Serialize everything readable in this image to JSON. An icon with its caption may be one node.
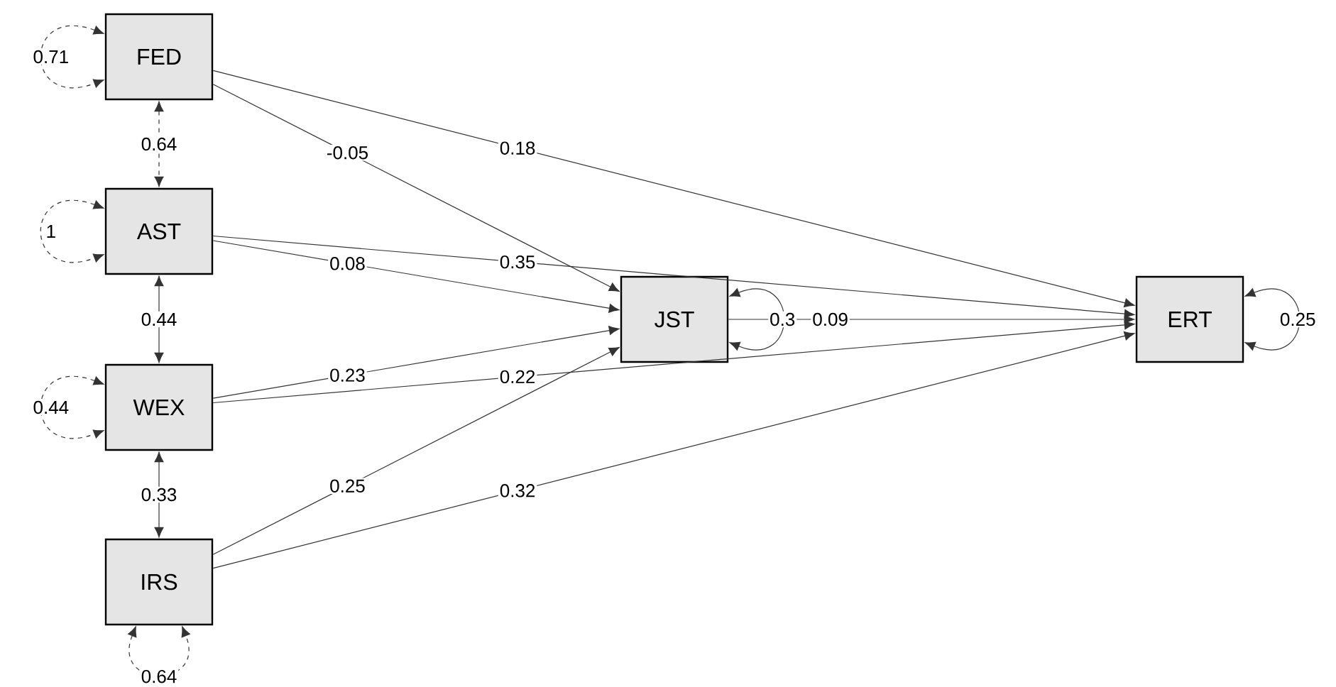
{
  "diagram": {
    "nodes": [
      {
        "text": [
          "FED"
        ]
      },
      {
        "text": [
          "AST"
        ]
      },
      {
        "text": [
          "WEX"
        ]
      },
      {
        "text": [
          "IRS"
        ]
      },
      {
        "text": [
          "JST"
        ]
      },
      {
        "text": [
          "ERT"
        ]
      }
    ],
    "edges": [
      {
        "from": 0,
        "to": 4,
        "arrow": "to",
        "label": "-0.05"
      },
      {
        "from": 0,
        "to": 5,
        "arrow": "to",
        "label": "0.18"
      },
      {
        "from": 1,
        "to": 4,
        "arrow": "to",
        "label": "0.08"
      },
      {
        "from": 1,
        "to": 5,
        "arrow": "to",
        "label": "0.35"
      },
      {
        "from": 2,
        "to": 4,
        "arrow": "to",
        "label": "0.23"
      },
      {
        "from": 2,
        "to": 5,
        "arrow": "to",
        "label": "0.22"
      },
      {
        "from": 3,
        "to": 4,
        "arrow": "to",
        "label": "0.25"
      },
      {
        "from": 3,
        "to": 5,
        "arrow": "to",
        "label": "0.32"
      },
      {
        "from": 4,
        "to": 5,
        "arrow": "to",
        "label": "0.09"
      },
      {
        "from": 0,
        "to": 1,
        "arrow": "both",
        "label": "0.64",
        "style": "dashed"
      },
      {
        "from": 1,
        "to": 2,
        "arrow": "both",
        "label": "0.44"
      },
      {
        "from": 2,
        "to": 3,
        "arrow": "both",
        "label": "0.33"
      },
      {
        "from": 0,
        "to": 0,
        "arrow": "both",
        "label": "0.71",
        "style": "dashed"
      },
      {
        "from": 1,
        "to": 1,
        "arrow": "both",
        "label": "1",
        "style": "dashed"
      },
      {
        "from": 2,
        "to": 2,
        "arrow": "both",
        "label": "0.44",
        "style": "dashed"
      },
      {
        "from": 3,
        "to": 3,
        "arrow": "both",
        "label": "0.64",
        "style": "dashed"
      },
      {
        "from": 4,
        "to": 4,
        "arrow": "both",
        "label": "0.3"
      },
      {
        "from": 5,
        "to": 5,
        "arrow": "both",
        "label": "0.25"
      }
    ]
  }
}
